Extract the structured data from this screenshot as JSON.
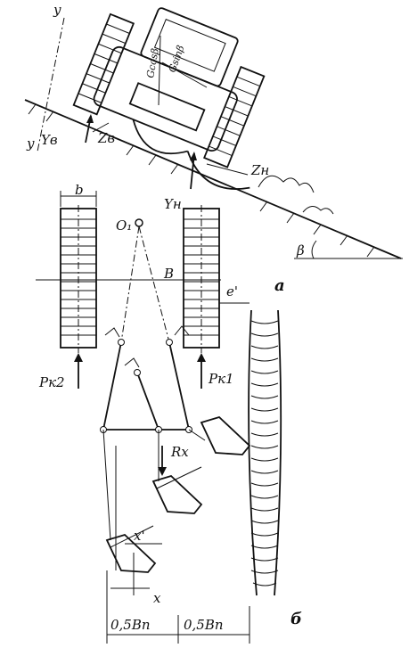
{
  "figure_a": {
    "panel_label": "а",
    "axis_label_top": "y",
    "axis_label_bottom": "y",
    "force_gravity_cos": "Gcosβ",
    "force_gravity_sin": "Gsinβ",
    "force_y_rear": "Yв",
    "force_z_rear": "Zв",
    "force_y_front": "Yн",
    "force_z_front": "Zн",
    "slope_angle": "β"
  },
  "figure_b": {
    "panel_label": "б",
    "track_width": "b",
    "track_gauge": "B",
    "pivot_point": "O₁",
    "offset_e": "e'",
    "track_force_left": "Pк2",
    "track_force_right": "Pк1",
    "reaction_force": "Rx",
    "offset_x_prime": "x'",
    "offset_x": "x",
    "half_width_left": "0,5Bп",
    "half_width_right": "0,5Bп"
  }
}
